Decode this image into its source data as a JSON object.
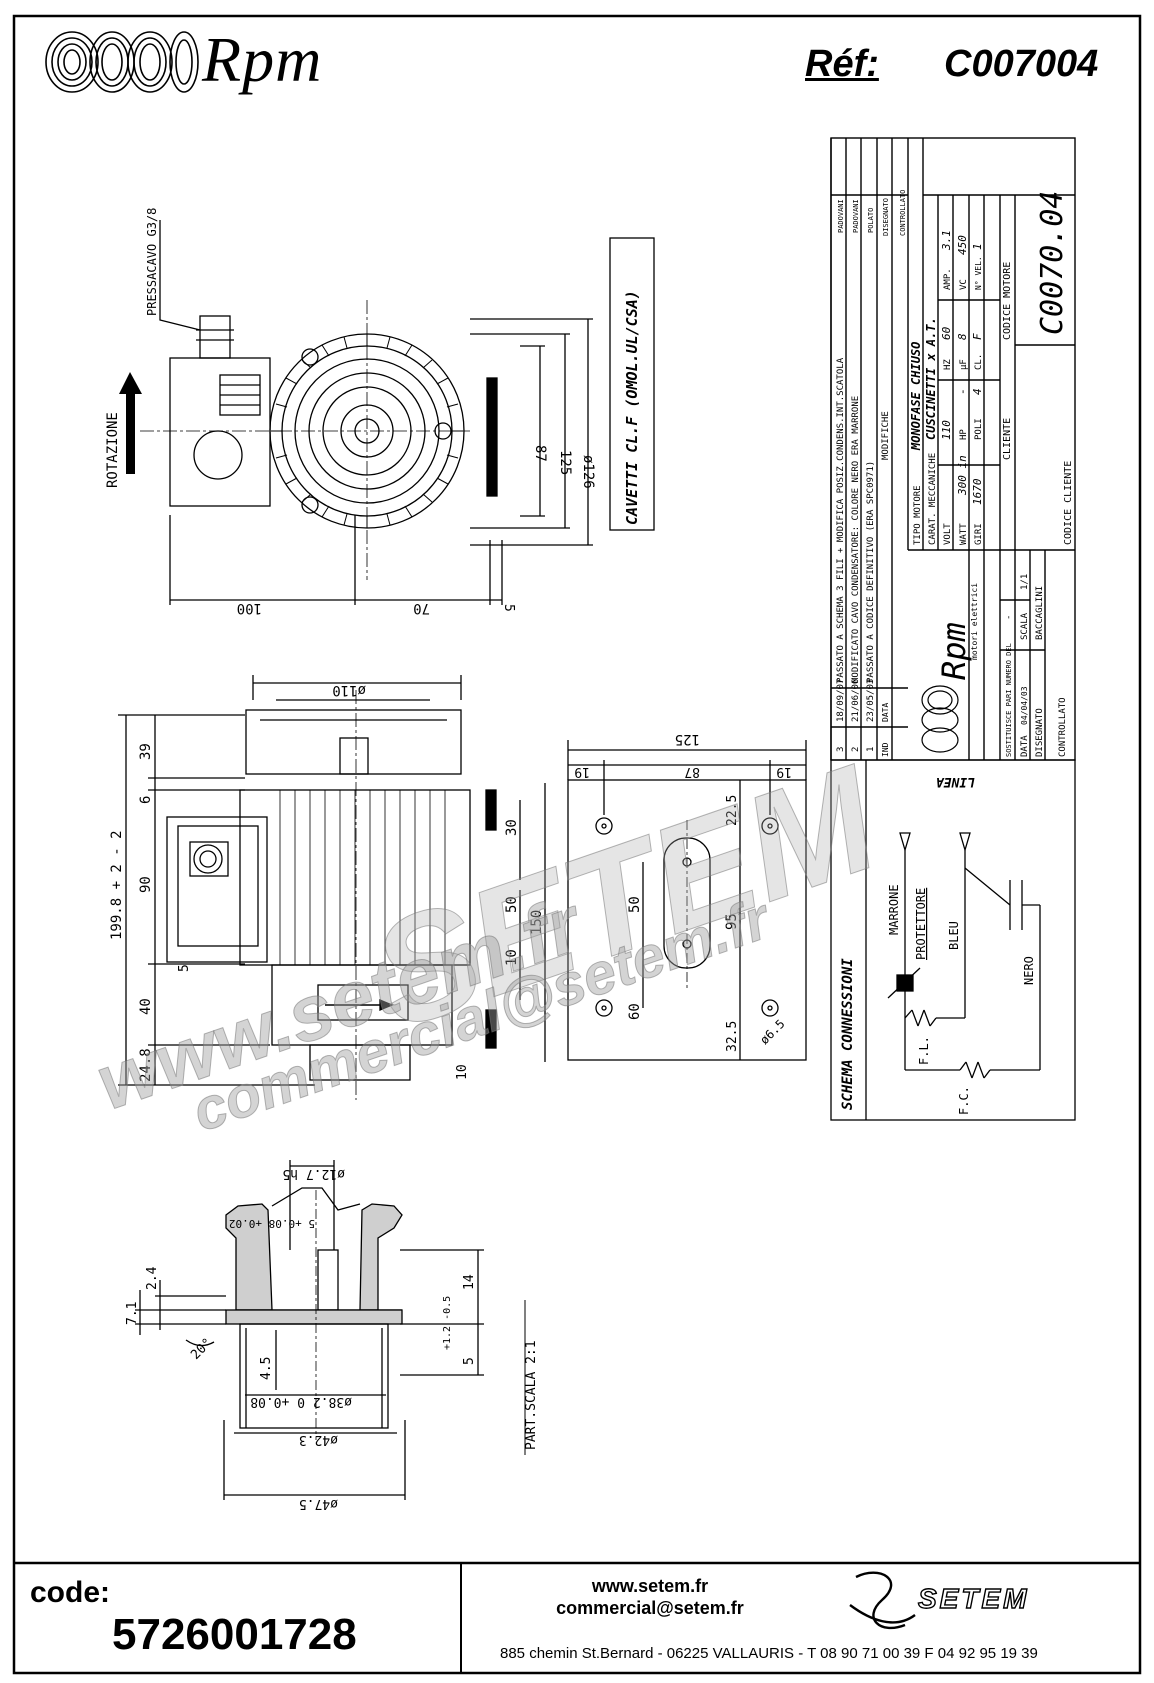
{
  "header": {
    "brand": "Rpm",
    "ref_label": "Réf:",
    "ref_value": "C007004"
  },
  "footer": {
    "code_label": "code:",
    "code_value": "5726001728",
    "website": "www.setem.fr",
    "email": "commercial@setem.fr",
    "address": "885 chemin St.Bernard  -  06225 VALLAURIS  -  T 08 90 71 00 39  F 04 92 95 19 39",
    "logo": "SETEM"
  },
  "watermarks": [
    "www.setem.fr",
    "commercial@setem.fr",
    "SETEM"
  ],
  "top_view": {
    "pressacavo": "PRESSACAVO G3/8",
    "rotazione": "ROTAZIONE",
    "cavetti": "CAVETTI CL.F (OMOL.UL/CSA)",
    "dims": [
      "100",
      "70",
      "5",
      "87",
      "125",
      "ø126"
    ]
  },
  "side_view": {
    "dims": [
      "ø110",
      "39",
      "6",
      "199.8 + 2 - 2",
      "90",
      "5",
      "40",
      "24.8",
      "10",
      "30",
      "50",
      "10",
      "150"
    ]
  },
  "plate_view": {
    "dims": [
      "125",
      "19",
      "87",
      "19",
      "22.5",
      "50",
      "95",
      "60",
      "32.5",
      "ø6.5"
    ]
  },
  "detail_view": {
    "label": "PART.SCALA 2:1",
    "dims": [
      "ø12.7 h5",
      "5 +0.08 +0.02",
      "14",
      "2.4",
      "7.1",
      "20°",
      "4.5",
      "+1.2 -0.5",
      "5",
      "ø38.2 0 +0.08",
      "ø42.3",
      "ø47.5"
    ]
  },
  "schema": {
    "title": "SCHEMA CONNESSIONI",
    "linea": "LINEA",
    "marrone": "MARRONE",
    "protettore": "PROTETTORE",
    "bleu": "BLEU",
    "nero": "NERO",
    "fl": "F.L.",
    "fc": "F.C."
  },
  "title_block": {
    "modifiche": [
      {
        "ind": "3",
        "data": "18/09/07",
        "text": "PASSATO A SCHEMA 3 FILI + MODIFICA POSIZ.CONDENS.INT.SCATOLA",
        "by": "PADOVANI"
      },
      {
        "ind": "2",
        "data": "21/06/06",
        "text": "MODIFICATO CAVO CONDENSATORE: COLORE NERO ERA MARRONE",
        "by": "PADOVANI"
      },
      {
        "ind": "1",
        "data": "23/05/03",
        "text": "PASSATO A CODICE DEFINITIVO (ERA SPC0971)",
        "by": "POLATO"
      }
    ],
    "ind_label": "IND",
    "data_label": "DATA",
    "modifiche_label": "MODIFICHE",
    "disegnato_label": "DISEGNATO",
    "controllato_label": "CONTROLLATO",
    "logo_text": "Rpm",
    "logo_sub": "motori elettrici",
    "tipo_motore_label": "TIPO MOTORE",
    "tipo_motore": "MONOFASE CHIUSO",
    "carat_label": "CARAT. MECCANICHE",
    "carat": "CUSCINETTI x A.T.",
    "volt_label": "VOLT",
    "volt": "110",
    "hz_label": "HZ",
    "hz": "60",
    "amp_label": "AMP.",
    "amp": "3.1",
    "watt_label": "WATT",
    "watt": "300 in",
    "hp_label": "HP",
    "hp": "-",
    "uf_label": "µF",
    "uf": "8",
    "vc_label": "VC",
    "vc": "450",
    "giri_label": "GIRI",
    "giri": "1670",
    "poli_label": "POLI",
    "poli": "4",
    "cl_label": "CL.",
    "cl": "F",
    "nvel_label": "N° VEL.",
    "nvel": "1",
    "sostituisce_label": "SOSTITUISCE PARI NUMERO DEL",
    "sostituisce": "-",
    "scala_label": "SCALA",
    "scala": "1/1",
    "data2_label": "DATA",
    "data2": "04/04/03",
    "disegnato2_label": "DISEGNATO",
    "disegnato2": "BACCAGLINI",
    "controllato2_label": "CONTROLLATO",
    "cliente_label": "CLIENTE",
    "codice_cliente_label": "CODICE CLIENTE",
    "codice_motore_label": "CODICE MOTORE",
    "codice_motore": "C0070.04"
  }
}
